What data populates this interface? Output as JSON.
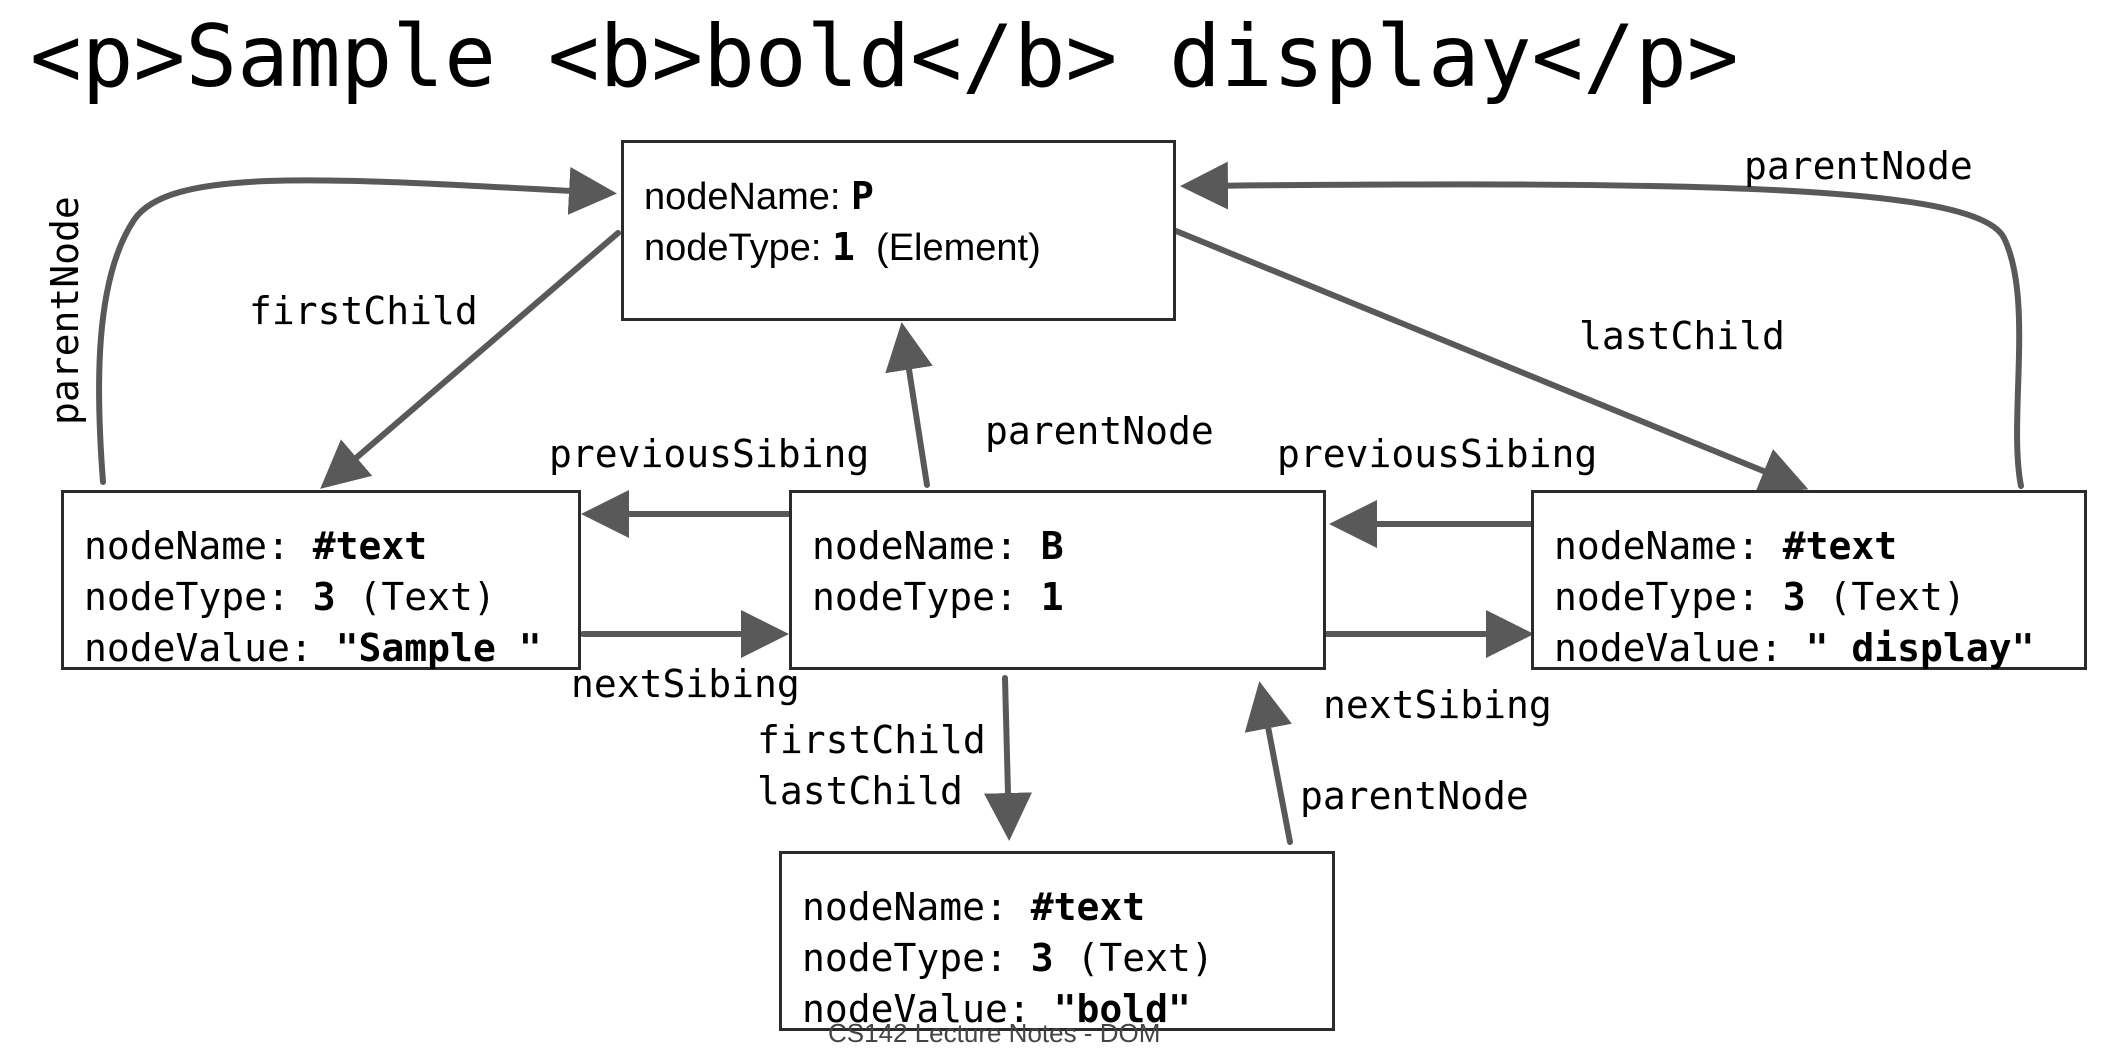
{
  "title": "<p>Sample <b>bold</b> display</p>",
  "colors": {
    "arrow": "#595959",
    "border": "#2b2b2b",
    "text": "#000000",
    "background": "#ffffff"
  },
  "nodes": {
    "p": {
      "name_key": "nodeName: ",
      "name_value": "P",
      "type_key": "nodeType: ",
      "type_value": "1",
      "type_note": "  (Element)"
    },
    "text_sample": {
      "name_key": "nodeName: ",
      "name_value": "#text",
      "type_key": "nodeType: ",
      "type_value": "3",
      "type_note": " (Text)",
      "value_key": "nodeValue: ",
      "value_value": "\"Sample \""
    },
    "b": {
      "name_key": "nodeName: ",
      "name_value": "B",
      "type_key": "nodeType: ",
      "type_value": "1"
    },
    "text_display": {
      "name_key": "nodeName: ",
      "name_value": "#text",
      "type_key": "nodeType: ",
      "type_value": "3",
      "type_note": " (Text)",
      "value_key": "nodeValue: ",
      "value_value": "\" display\""
    },
    "text_bold": {
      "name_key": "nodeName: ",
      "name_value": "#text",
      "type_key": "nodeType: ",
      "type_value": "3",
      "type_note": " (Text)",
      "value_key": "nodeValue: ",
      "value_value": "\"bold\""
    }
  },
  "edge_labels": {
    "sample_parent": "parentNode",
    "p_first_child": "firstChild",
    "display_parent": "parentNode",
    "p_last_child": "lastChild",
    "b_parent": "parentNode",
    "b_previous_sibling": "previousSibing",
    "display_previous_sibling": "previousSibing",
    "sample_next_sibling": "nextSibing",
    "b_next_sibling": "nextSibing",
    "b_first_child": "firstChild",
    "b_last_child": "lastChild",
    "bold_parent": "parentNode"
  },
  "footer": "CS142 Lecture Notes - DOM"
}
